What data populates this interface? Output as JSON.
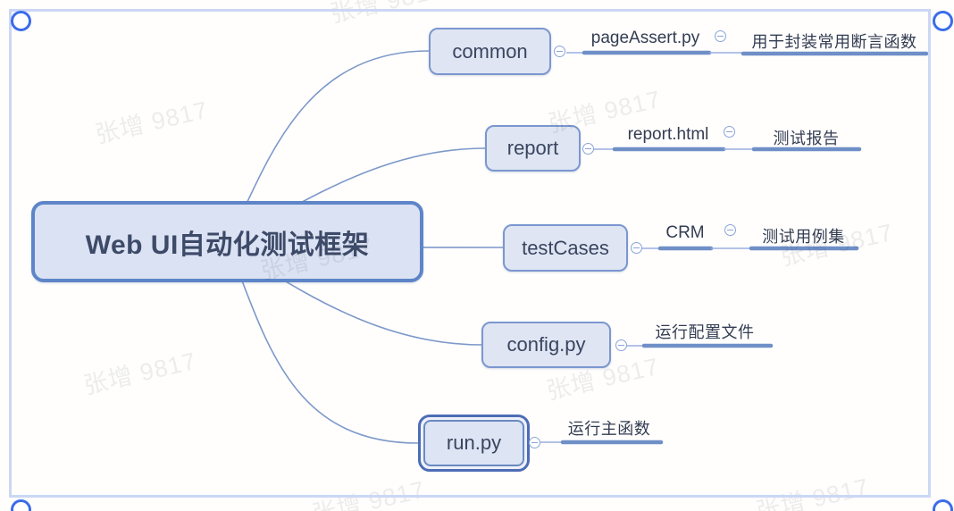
{
  "canvas": {
    "watermark_text": "张增 9817",
    "selection": {
      "handle_count": 4,
      "frame_visible": true
    }
  },
  "mindmap": {
    "root": {
      "label": "Web UI自动化测试框架"
    },
    "branches": [
      {
        "label": "common",
        "child": {
          "label": "pageAssert.py",
          "child": {
            "label": "用于封装常用断言函数"
          }
        }
      },
      {
        "label": "report",
        "child": {
          "label": "report.html",
          "child": {
            "label": "测试报告"
          }
        }
      },
      {
        "label": "testCases",
        "child": {
          "label": "CRM",
          "child": {
            "label": "测试用例集"
          }
        }
      },
      {
        "label": "config.py",
        "child": {
          "label": "运行配置文件"
        }
      },
      {
        "label": "run.py",
        "selected": true,
        "child": {
          "label": "运行主函数"
        }
      }
    ]
  },
  "colors": {
    "node_fill": "#dfe5f3",
    "node_border": "#7b97d0",
    "root_border": "#5d85c8",
    "selected_node_border": "#4d6db5",
    "topic_underline": "#6f8fc7",
    "connector": "#7d99c9",
    "node_text": "#39455f",
    "frame_border": "#ccd7f5",
    "handle_ring": "#3b6ce8",
    "watermark": "#ebebeb"
  }
}
